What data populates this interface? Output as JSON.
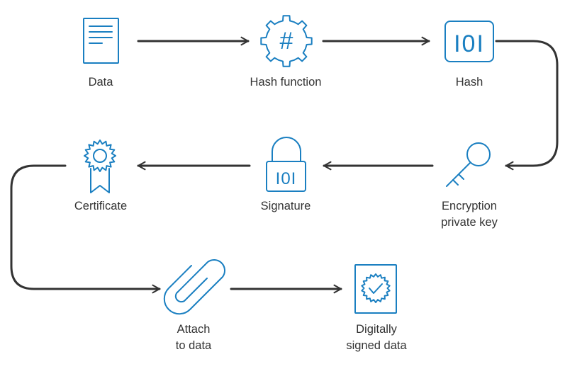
{
  "colors": {
    "icon": "#1a7fc1",
    "arrow": "#333333",
    "text": "#333333",
    "background": "#ffffff"
  },
  "nodes": [
    {
      "id": "data",
      "icon": "document-icon",
      "lines": [
        "Data"
      ]
    },
    {
      "id": "hash-function",
      "icon": "gear-hash-icon",
      "lines": [
        "Hash function"
      ]
    },
    {
      "id": "hash",
      "icon": "binary-hash-icon",
      "lines": [
        "Hash"
      ]
    },
    {
      "id": "encryption-private-key",
      "icon": "key-icon",
      "lines": [
        "Encryption",
        "private key"
      ]
    },
    {
      "id": "signature",
      "icon": "padlock-icon",
      "lines": [
        "Signature"
      ]
    },
    {
      "id": "certificate",
      "icon": "certificate-ribbon-icon",
      "lines": [
        "Certificate"
      ]
    },
    {
      "id": "attach-to-data",
      "icon": "paperclip-icon",
      "lines": [
        "Attach",
        "to data"
      ]
    },
    {
      "id": "digitally-signed-data",
      "icon": "signed-document-icon",
      "lines": [
        "Digitally",
        "signed data"
      ]
    }
  ],
  "icon_glyphs": {
    "binary": "I0I",
    "hash_symbol": "#"
  },
  "edges": [
    {
      "from": "data",
      "to": "hash-function"
    },
    {
      "from": "hash-function",
      "to": "hash"
    },
    {
      "from": "hash",
      "to": "encryption-private-key"
    },
    {
      "from": "encryption-private-key",
      "to": "signature"
    },
    {
      "from": "signature",
      "to": "certificate"
    },
    {
      "from": "certificate",
      "to": "attach-to-data"
    },
    {
      "from": "attach-to-data",
      "to": "digitally-signed-data"
    }
  ]
}
